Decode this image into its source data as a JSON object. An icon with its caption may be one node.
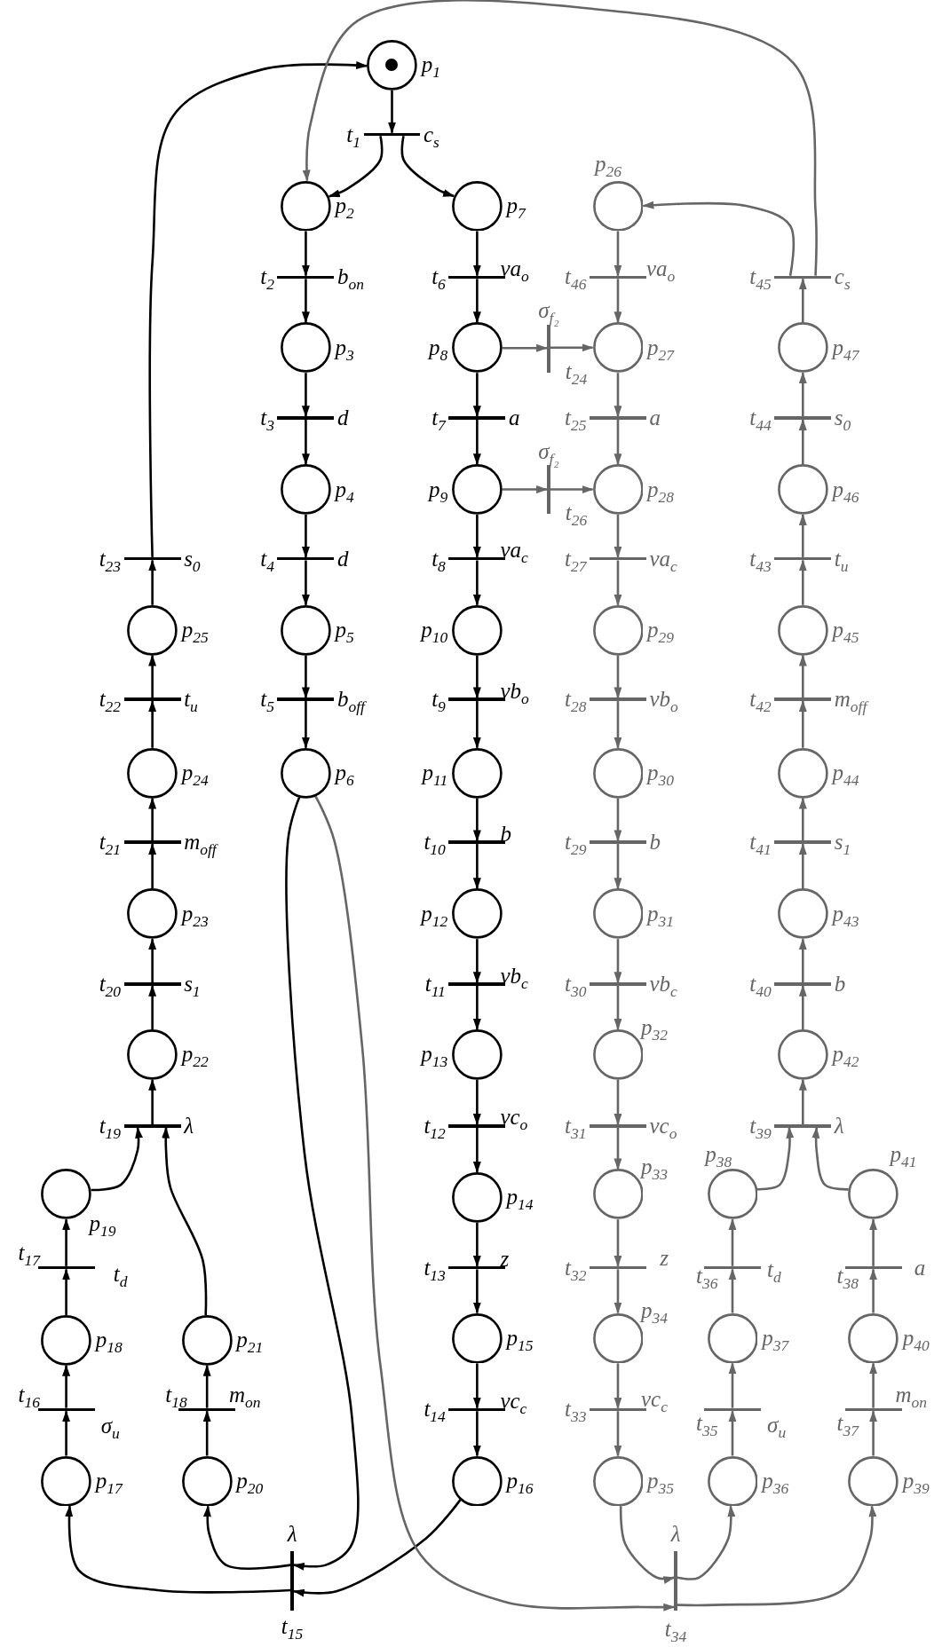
{
  "diagram": {
    "nodes": [
      {
        "text": [],
        "shape": "circle",
        "beside": [
          "p$_{1}$"
        ]
      },
      {
        "text": [],
        "shape": "dot",
        "in": 0
      },
      {
        "text": [],
        "shape": "circle",
        "beside": [
          "p$_{2}$"
        ]
      },
      {
        "text": [],
        "shape": "circle",
        "beside": [
          "p$_{3}$"
        ]
      },
      {
        "text": [],
        "shape": "circle",
        "beside": [
          "p$_{4}$"
        ]
      },
      {
        "text": [],
        "shape": "circle",
        "beside": [
          "p$_{5}$"
        ]
      },
      {
        "text": [],
        "shape": "circle",
        "beside": [
          "p$_{6}$"
        ]
      },
      {
        "text": [],
        "shape": "circle",
        "beside": [
          "p$_{7}$"
        ]
      },
      {
        "text": [],
        "shape": "circle",
        "beside": [
          "p$_{8}$"
        ]
      },
      {
        "text": [],
        "shape": "circle",
        "beside": [
          "p$_{9}$"
        ]
      },
      {
        "text": [],
        "shape": "circle",
        "beside": [
          "p$_{10}$"
        ]
      },
      {
        "text": [],
        "shape": "circle",
        "beside": [
          "p$_{11}$"
        ]
      },
      {
        "text": [],
        "shape": "circle",
        "beside": [
          "p$_{12}$"
        ]
      },
      {
        "text": [],
        "shape": "circle",
        "beside": [
          "p$_{13}$"
        ]
      },
      {
        "text": [],
        "shape": "circle",
        "beside": [
          "p$_{14}$"
        ]
      },
      {
        "text": [],
        "shape": "circle",
        "beside": [
          "p$_{15}$"
        ]
      },
      {
        "text": [],
        "shape": "circle",
        "beside": [
          "p$_{16}$"
        ]
      },
      {
        "text": [],
        "shape": "circle",
        "beside": [
          "p$_{17}$"
        ]
      },
      {
        "text": [],
        "shape": "circle",
        "beside": [
          "p$_{18}$"
        ]
      },
      {
        "text": [],
        "shape": "circle",
        "beside": [
          "p$_{19}$"
        ]
      },
      {
        "text": [],
        "shape": "circle",
        "beside": [
          "p$_{20}$"
        ]
      },
      {
        "text": [],
        "shape": "circle",
        "beside": [
          "p$_{21}$"
        ]
      },
      {
        "text": [],
        "shape": "circle",
        "beside": [
          "p$_{22}$"
        ]
      },
      {
        "text": [],
        "shape": "circle",
        "beside": [
          "p$_{23}$"
        ]
      },
      {
        "text": [],
        "shape": "circle",
        "beside": [
          "p$_{24}$"
        ]
      },
      {
        "text": [],
        "shape": "circle",
        "beside": [
          "p$_{25}$"
        ]
      },
      {
        "text": [],
        "shape": "circle",
        "beside": [
          "p$_{26}$"
        ]
      },
      {
        "text": [],
        "shape": "circle",
        "beside": [
          "p$_{27}$"
        ]
      },
      {
        "text": [],
        "shape": "circle",
        "beside": [
          "p$_{28}$"
        ]
      },
      {
        "text": [],
        "shape": "circle",
        "beside": [
          "p$_{29}$"
        ]
      },
      {
        "text": [],
        "shape": "circle",
        "beside": [
          "p$_{30}$"
        ]
      },
      {
        "text": [],
        "shape": "circle",
        "beside": [
          "p$_{31}$"
        ]
      },
      {
        "text": [],
        "shape": "circle",
        "beside": [
          "p$_{32}$"
        ]
      },
      {
        "text": [],
        "shape": "circle",
        "beside": [
          "p$_{33}$"
        ]
      },
      {
        "text": [],
        "shape": "circle",
        "beside": [
          "p$_{34}$"
        ]
      },
      {
        "text": [],
        "shape": "circle",
        "beside": [
          "p$_{35}$"
        ]
      },
      {
        "text": [],
        "shape": "circle",
        "beside": [
          "p$_{36}$"
        ]
      },
      {
        "text": [],
        "shape": "circle",
        "beside": [
          "p$_{37}$"
        ]
      },
      {
        "text": [],
        "shape": "circle",
        "beside": [
          "p$_{38}$"
        ]
      },
      {
        "text": [],
        "shape": "circle",
        "beside": [
          "p$_{39}$"
        ]
      },
      {
        "text": [],
        "shape": "circle",
        "beside": [
          "p$_{40}$"
        ]
      },
      {
        "text": [],
        "shape": "circle",
        "beside": [
          "p$_{41}$"
        ]
      },
      {
        "text": [],
        "shape": "circle",
        "beside": [
          "p$_{42}$"
        ]
      },
      {
        "text": [],
        "shape": "circle",
        "beside": [
          "p$_{43}$"
        ]
      },
      {
        "text": [],
        "shape": "circle",
        "beside": [
          "p$_{44}$"
        ]
      },
      {
        "text": [],
        "shape": "circle",
        "beside": [
          "p$_{45}$"
        ]
      },
      {
        "text": [],
        "shape": "circle",
        "beside": [
          "p$_{46}$"
        ]
      },
      {
        "text": [],
        "shape": "circle",
        "beside": [
          "p$_{47}$"
        ]
      },
      {
        "text": [],
        "shape": "bar",
        "beside": [
          "t$_{1}$",
          "c$_{s}$"
        ]
      },
      {
        "text": [],
        "shape": "bar",
        "beside": [
          "t$_{2}$",
          "b$_{on}$"
        ]
      },
      {
        "text": [],
        "shape": "bar",
        "beside": [
          "t$_{3}$",
          "d"
        ]
      },
      {
        "text": [],
        "shape": "bar",
        "beside": [
          "t$_{4}$",
          "d"
        ]
      },
      {
        "text": [],
        "shape": "bar",
        "beside": [
          "t$_{5}$",
          "b$_{off}$"
        ]
      },
      {
        "text": [],
        "shape": "bar",
        "beside": [
          "t$_{6}$",
          "va$_{o}$"
        ]
      },
      {
        "text": [],
        "shape": "bar",
        "beside": [
          "t$_{7}$",
          "a"
        ]
      },
      {
        "text": [],
        "shape": "bar",
        "beside": [
          "t$_{8}$",
          "va$_{c}$"
        ]
      },
      {
        "text": [],
        "shape": "bar",
        "beside": [
          "t$_{9}$",
          "vb$_{o}$"
        ]
      },
      {
        "text": [],
        "shape": "bar",
        "beside": [
          "t$_{10}$",
          "b"
        ]
      },
      {
        "text": [],
        "shape": "bar",
        "beside": [
          "t$_{11}$",
          "vb$_{c}$"
        ]
      },
      {
        "text": [],
        "shape": "bar",
        "beside": [
          "t$_{12}$",
          "vc$_{o}$"
        ]
      },
      {
        "text": [],
        "shape": "bar",
        "beside": [
          "t$_{13}$",
          "z"
        ]
      },
      {
        "text": [],
        "shape": "bar",
        "beside": [
          "t$_{14}$",
          "vc$_{c}$"
        ]
      },
      {
        "text": [],
        "shape": "bar",
        "beside": [
          "λ",
          "t$_{15}$"
        ]
      },
      {
        "text": [],
        "shape": "bar",
        "beside": [
          "t$_{16}$",
          "σ$_{u}$"
        ]
      },
      {
        "text": [],
        "shape": "bar",
        "beside": [
          "t$_{17}$",
          "t$_{d}$"
        ]
      },
      {
        "text": [],
        "shape": "bar",
        "beside": [
          "t$_{18}$",
          "m$_{on}$"
        ]
      },
      {
        "text": [],
        "shape": "bar",
        "beside": [
          "t$_{19}$",
          "λ"
        ]
      },
      {
        "text": [],
        "shape": "bar",
        "beside": [
          "t$_{20}$",
          "s$_{1}$"
        ]
      },
      {
        "text": [],
        "shape": "bar",
        "beside": [
          "t$_{21}$",
          "m$_{off}$"
        ]
      },
      {
        "text": [],
        "shape": "bar",
        "beside": [
          "t$_{22}$",
          "t$_{u}$"
        ]
      },
      {
        "text": [],
        "shape": "bar",
        "beside": [
          "t$_{23}$",
          "s$_{0}$"
        ]
      },
      {
        "text": [],
        "shape": "bar",
        "beside": [
          "σ$_{f₂}$",
          "t$_{24}$"
        ]
      },
      {
        "text": [],
        "shape": "bar",
        "beside": [
          "t$_{25}$",
          "a"
        ]
      },
      {
        "text": [],
        "shape": "bar",
        "beside": [
          "σ$_{f₂}$",
          "t$_{26}$"
        ]
      },
      {
        "text": [],
        "shape": "bar",
        "beside": [
          "t$_{27}$",
          "va$_{c}$"
        ]
      },
      {
        "text": [],
        "shape": "bar",
        "beside": [
          "t$_{28}$",
          "vb$_{o}$"
        ]
      },
      {
        "text": [],
        "shape": "bar",
        "beside": [
          "t$_{29}$",
          "b"
        ]
      },
      {
        "text": [],
        "shape": "bar",
        "beside": [
          "t$_{30}$",
          "vb$_{c}$"
        ]
      },
      {
        "text": [],
        "shape": "bar",
        "beside": [
          "t$_{31}$",
          "vc$_{o}$"
        ]
      },
      {
        "text": [],
        "shape": "bar",
        "beside": [
          "t$_{32}$",
          "z"
        ]
      },
      {
        "text": [],
        "shape": "bar",
        "beside": [
          "t$_{33}$",
          "vc$_{c}$"
        ]
      },
      {
        "text": [],
        "shape": "bar",
        "beside": [
          "λ",
          "t$_{34}$"
        ]
      },
      {
        "text": [],
        "shape": "bar",
        "beside": [
          "t$_{35}$",
          "σ$_{u}$"
        ]
      },
      {
        "text": [],
        "shape": "bar",
        "beside": [
          "t$_{36}$",
          "t$_{d}$"
        ]
      },
      {
        "text": [],
        "shape": "bar",
        "beside": [
          "t$_{37}$",
          "m$_{on}$"
        ]
      },
      {
        "text": [],
        "shape": "bar",
        "beside": [
          "t$_{38}$",
          "a"
        ]
      },
      {
        "text": [],
        "shape": "bar",
        "beside": [
          "t$_{39}$",
          "λ"
        ]
      },
      {
        "text": [],
        "shape": "bar",
        "beside": [
          "t$_{40}$",
          "b"
        ]
      },
      {
        "text": [],
        "shape": "bar",
        "beside": [
          "t$_{41}$",
          "s$_{1}$"
        ]
      },
      {
        "text": [],
        "shape": "bar",
        "beside": [
          "t$_{42}$",
          "m$_{off}$"
        ]
      },
      {
        "text": [],
        "shape": "bar",
        "beside": [
          "t$_{43}$",
          "t$_{u}$"
        ]
      },
      {
        "text": [],
        "shape": "bar",
        "beside": [
          "t$_{44}$",
          "s$_{0}$"
        ]
      },
      {
        "text": [],
        "shape": "bar",
        "beside": [
          "t$_{45}$",
          "c$_{s}$"
        ]
      },
      {
        "text": [],
        "shape": "bar",
        "beside": [
          "t$_{46}$",
          "va$_{o}$"
        ]
      }
    ],
    "edges": [
      {
        "from": 0,
        "to": 48,
        "arrow": "to"
      },
      {
        "from": 48,
        "to": 2,
        "arrow": "to"
      },
      {
        "from": 48,
        "to": 7,
        "arrow": "to"
      },
      {
        "from": 2,
        "to": 49,
        "arrow": "to"
      },
      {
        "from": 49,
        "to": 3,
        "arrow": "to"
      },
      {
        "from": 3,
        "to": 50,
        "arrow": "to"
      },
      {
        "from": 50,
        "to": 4,
        "arrow": "to"
      },
      {
        "from": 4,
        "to": 51,
        "arrow": "to"
      },
      {
        "from": 51,
        "to": 5,
        "arrow": "to"
      },
      {
        "from": 5,
        "to": 52,
        "arrow": "to"
      },
      {
        "from": 52,
        "to": 6,
        "arrow": "to"
      },
      {
        "from": 6,
        "to": 62,
        "arrow": "to"
      },
      {
        "from": 7,
        "to": 53,
        "arrow": "to"
      },
      {
        "from": 53,
        "to": 8,
        "arrow": "to"
      },
      {
        "from": 8,
        "to": 54,
        "arrow": "to"
      },
      {
        "from": 54,
        "to": 9,
        "arrow": "to"
      },
      {
        "from": 9,
        "to": 55,
        "arrow": "to"
      },
      {
        "from": 55,
        "to": 10,
        "arrow": "to"
      },
      {
        "from": 10,
        "to": 56,
        "arrow": "to"
      },
      {
        "from": 56,
        "to": 11,
        "arrow": "to"
      },
      {
        "from": 11,
        "to": 57,
        "arrow": "to"
      },
      {
        "from": 57,
        "to": 12,
        "arrow": "to"
      },
      {
        "from": 12,
        "to": 58,
        "arrow": "to"
      },
      {
        "from": 58,
        "to": 13,
        "arrow": "to"
      },
      {
        "from": 13,
        "to": 59,
        "arrow": "to"
      },
      {
        "from": 59,
        "to": 14,
        "arrow": "to"
      },
      {
        "from": 14,
        "to": 60,
        "arrow": "to"
      },
      {
        "from": 60,
        "to": 15,
        "arrow": "to"
      },
      {
        "from": 15,
        "to": 61,
        "arrow": "to"
      },
      {
        "from": 61,
        "to": 16,
        "arrow": "to"
      },
      {
        "from": 16,
        "to": 62,
        "arrow": "to"
      },
      {
        "from": 62,
        "to": 17,
        "arrow": "to"
      },
      {
        "from": 62,
        "to": 20,
        "arrow": "to"
      },
      {
        "from": 17,
        "to": 63,
        "arrow": "to"
      },
      {
        "from": 63,
        "to": 18,
        "arrow": "to"
      },
      {
        "from": 18,
        "to": 64,
        "arrow": "to"
      },
      {
        "from": 64,
        "to": 19,
        "arrow": "to"
      },
      {
        "from": 19,
        "to": 66,
        "arrow": "to"
      },
      {
        "from": 20,
        "to": 65,
        "arrow": "to"
      },
      {
        "from": 65,
        "to": 21,
        "arrow": "to"
      },
      {
        "from": 21,
        "to": 66,
        "arrow": "to"
      },
      {
        "from": 66,
        "to": 22,
        "arrow": "to"
      },
      {
        "from": 22,
        "to": 67,
        "arrow": "to"
      },
      {
        "from": 67,
        "to": 23,
        "arrow": "to"
      },
      {
        "from": 23,
        "to": 68,
        "arrow": "to"
      },
      {
        "from": 68,
        "to": 24,
        "arrow": "to"
      },
      {
        "from": 24,
        "to": 69,
        "arrow": "to"
      },
      {
        "from": 69,
        "to": 25,
        "arrow": "to"
      },
      {
        "from": 25,
        "to": 70,
        "arrow": "to"
      },
      {
        "from": 70,
        "to": 0,
        "arrow": "to"
      },
      {
        "from": 8,
        "to": 71,
        "arrow": "to",
        "color": "#666666"
      },
      {
        "from": 71,
        "to": 27,
        "arrow": "to",
        "color": "#666666"
      },
      {
        "from": 9,
        "to": 73,
        "arrow": "to",
        "color": "#666666"
      },
      {
        "from": 73,
        "to": 28,
        "arrow": "to",
        "color": "#666666"
      },
      {
        "from": 6,
        "to": 81,
        "arrow": "to",
        "color": "#666666"
      },
      {
        "from": 26,
        "to": 93,
        "arrow": "to",
        "color": "#666666"
      },
      {
        "from": 93,
        "to": 27,
        "arrow": "to",
        "color": "#666666"
      },
      {
        "from": 27,
        "to": 72,
        "arrow": "to",
        "color": "#666666"
      },
      {
        "from": 72,
        "to": 28,
        "arrow": "to",
        "color": "#666666"
      },
      {
        "from": 28,
        "to": 74,
        "arrow": "to",
        "color": "#666666"
      },
      {
        "from": 74,
        "to": 29,
        "arrow": "to",
        "color": "#666666"
      },
      {
        "from": 29,
        "to": 75,
        "arrow": "to",
        "color": "#666666"
      },
      {
        "from": 75,
        "to": 30,
        "arrow": "to",
        "color": "#666666"
      },
      {
        "from": 30,
        "to": 76,
        "arrow": "to",
        "color": "#666666"
      },
      {
        "from": 76,
        "to": 31,
        "arrow": "to",
        "color": "#666666"
      },
      {
        "from": 31,
        "to": 77,
        "arrow": "to",
        "color": "#666666"
      },
      {
        "from": 77,
        "to": 32,
        "arrow": "to",
        "color": "#666666"
      },
      {
        "from": 32,
        "to": 78,
        "arrow": "to",
        "color": "#666666"
      },
      {
        "from": 78,
        "to": 33,
        "arrow": "to",
        "color": "#666666"
      },
      {
        "from": 33,
        "to": 79,
        "arrow": "to",
        "color": "#666666"
      },
      {
        "from": 79,
        "to": 34,
        "arrow": "to",
        "color": "#666666"
      },
      {
        "from": 34,
        "to": 80,
        "arrow": "to",
        "color": "#666666"
      },
      {
        "from": 80,
        "to": 35,
        "arrow": "to",
        "color": "#666666"
      },
      {
        "from": 35,
        "to": 81,
        "arrow": "to",
        "color": "#666666"
      },
      {
        "from": 81,
        "to": 36,
        "arrow": "to",
        "color": "#666666"
      },
      {
        "from": 81,
        "to": 39,
        "arrow": "to",
        "color": "#666666"
      },
      {
        "from": 36,
        "to": 82,
        "arrow": "to",
        "color": "#666666"
      },
      {
        "from": 82,
        "to": 37,
        "arrow": "to",
        "color": "#666666"
      },
      {
        "from": 37,
        "to": 83,
        "arrow": "to",
        "color": "#666666"
      },
      {
        "from": 83,
        "to": 38,
        "arrow": "to",
        "color": "#666666"
      },
      {
        "from": 38,
        "to": 86,
        "arrow": "to",
        "color": "#666666"
      },
      {
        "from": 39,
        "to": 84,
        "arrow": "to",
        "color": "#666666"
      },
      {
        "from": 84,
        "to": 40,
        "arrow": "to",
        "color": "#666666"
      },
      {
        "from": 40,
        "to": 85,
        "arrow": "to",
        "color": "#666666"
      },
      {
        "from": 85,
        "to": 41,
        "arrow": "to",
        "color": "#666666"
      },
      {
        "from": 41,
        "to": 86,
        "arrow": "to",
        "color": "#666666"
      },
      {
        "from": 86,
        "to": 42,
        "arrow": "to",
        "color": "#666666"
      },
      {
        "from": 42,
        "to": 87,
        "arrow": "to",
        "color": "#666666"
      },
      {
        "from": 87,
        "to": 43,
        "arrow": "to",
        "color": "#666666"
      },
      {
        "from": 43,
        "to": 88,
        "arrow": "to",
        "color": "#666666"
      },
      {
        "from": 88,
        "to": 44,
        "arrow": "to",
        "color": "#666666"
      },
      {
        "from": 44,
        "to": 89,
        "arrow": "to",
        "color": "#666666"
      },
      {
        "from": 89,
        "to": 45,
        "arrow": "to",
        "color": "#666666"
      },
      {
        "from": 45,
        "to": 90,
        "arrow": "to",
        "color": "#666666"
      },
      {
        "from": 90,
        "to": 46,
        "arrow": "to",
        "color": "#666666"
      },
      {
        "from": 46,
        "to": 91,
        "arrow": "to",
        "color": "#666666"
      },
      {
        "from": 91,
        "to": 47,
        "arrow": "to",
        "color": "#666666"
      },
      {
        "from": 47,
        "to": 92,
        "arrow": "to",
        "color": "#666666"
      },
      {
        "from": 92,
        "to": 26,
        "arrow": "to",
        "color": "#666666"
      },
      {
        "from": 92,
        "to": 2,
        "arrow": "to",
        "color": "#666666"
      }
    ]
  }
}
